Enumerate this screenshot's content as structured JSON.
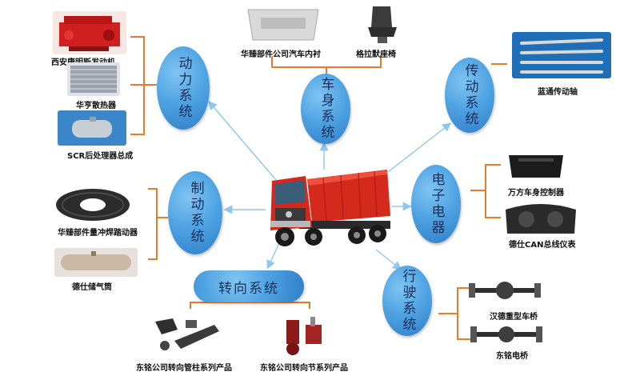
{
  "center": {
    "image": "red-dump-truck"
  },
  "systems": [
    {
      "id": "power",
      "label": "动力系统",
      "components": [
        "西安康明斯发动机",
        "华亨散热器",
        "SCR后处理器总成"
      ]
    },
    {
      "id": "body",
      "label": "车身系统",
      "components": [
        "华臻部件公司汽车内衬",
        "格拉默座椅"
      ]
    },
    {
      "id": "transmission",
      "label": "传动系统",
      "components": [
        "蓝通传动轴"
      ]
    },
    {
      "id": "electrical",
      "label": "电子电器",
      "components": [
        "万方车身控制器",
        "德仕CAN总线仪表"
      ]
    },
    {
      "id": "driving",
      "label": "行驶系统",
      "components": [
        "汉德重型车桥",
        "东铭电桥"
      ]
    },
    {
      "id": "steering",
      "label": "转向系统",
      "components": [
        "东铭公司转向管柱系列产品",
        "东铭公司转向节系列产品"
      ]
    },
    {
      "id": "braking",
      "label": "制动系统",
      "components": [
        "华臻部件量冲焊踏动器",
        "德仕储气筒"
      ]
    }
  ],
  "colors": {
    "node": "#4fa3e2",
    "arrow": "#8fc7ee",
    "bracket": "#e87b2a"
  }
}
